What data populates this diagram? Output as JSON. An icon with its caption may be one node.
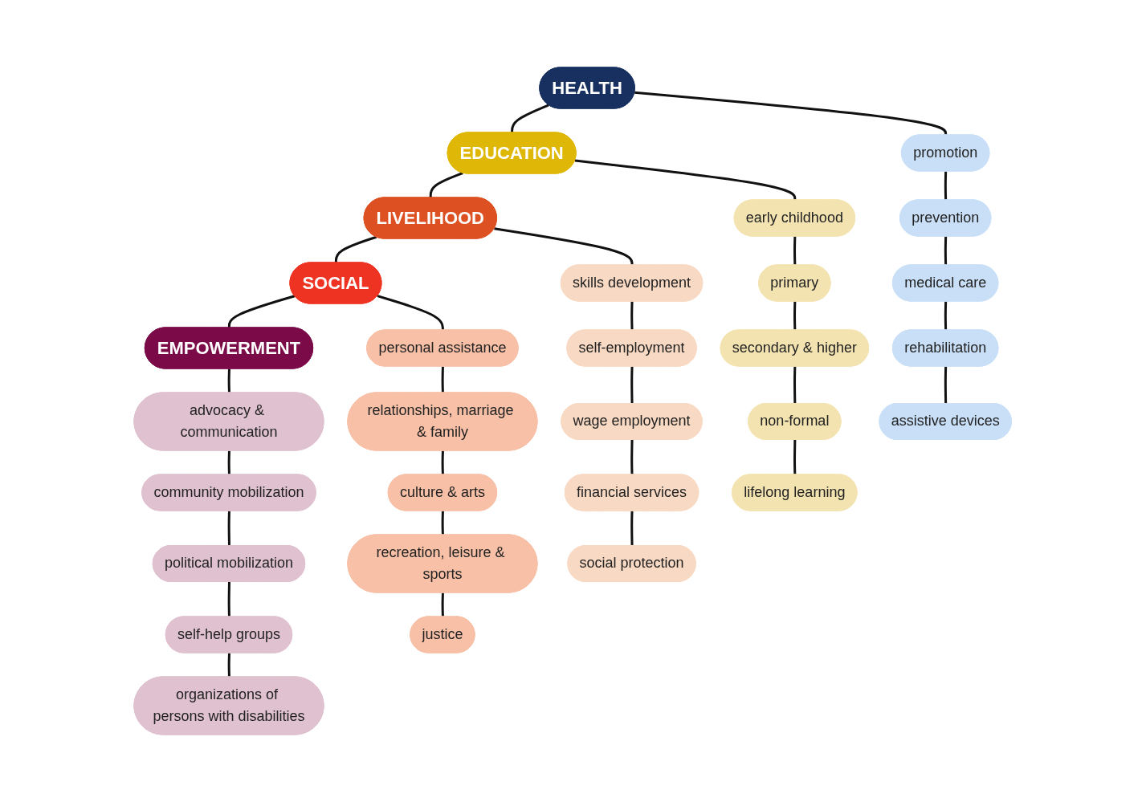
{
  "diagram": {
    "nodes": [
      {
        "text": [
          "HEALTH"
        ]
      },
      {
        "text": [
          "EDUCATION"
        ]
      },
      {
        "text": [
          "LIVELIHOOD"
        ]
      },
      {
        "text": [
          "SOCIAL"
        ]
      },
      {
        "text": [
          "EMPOWERMENT"
        ]
      },
      {
        "text": [
          "promotion"
        ]
      },
      {
        "text": [
          "early childhood"
        ]
      },
      {
        "text": [
          "skills development"
        ]
      },
      {
        "text": [
          "personal assistance"
        ]
      },
      {
        "text": [
          "advocacy & communication"
        ]
      },
      {
        "text": [
          "prevention"
        ]
      },
      {
        "text": [
          "primary"
        ]
      },
      {
        "text": [
          "self-employment"
        ]
      },
      {
        "text": [
          "relationships, marriage & family"
        ]
      },
      {
        "text": [
          "community mobilization"
        ]
      },
      {
        "text": [
          "medical care"
        ]
      },
      {
        "text": [
          "secondary & higher"
        ]
      },
      {
        "text": [
          "wage employment"
        ]
      },
      {
        "text": [
          "culture & arts"
        ]
      },
      {
        "text": [
          "political mobilization"
        ]
      },
      {
        "text": [
          "rehabilitation"
        ]
      },
      {
        "text": [
          "non-formal"
        ]
      },
      {
        "text": [
          "financial services"
        ]
      },
      {
        "text": [
          "recreation, leisure & sports"
        ]
      },
      {
        "text": [
          "self-help groups"
        ]
      },
      {
        "text": [
          "assistive devices"
        ]
      },
      {
        "text": [
          "lifelong learning"
        ]
      },
      {
        "text": [
          "social protection"
        ]
      },
      {
        "text": [
          "justice"
        ]
      },
      {
        "text": [
          "organizations of persons with disabilities"
        ]
      }
    ],
    "edges": [
      {
        "from": 0,
        "to": 1,
        "arrow": "none"
      },
      {
        "from": 1,
        "to": 2,
        "arrow": "none"
      },
      {
        "from": 2,
        "to": 3,
        "arrow": "none"
      },
      {
        "from": 3,
        "to": 4,
        "arrow": "none"
      },
      {
        "from": 0,
        "to": 5,
        "arrow": "none"
      },
      {
        "from": 5,
        "to": 10,
        "arrow": "none"
      },
      {
        "from": 10,
        "to": 15,
        "arrow": "none"
      },
      {
        "from": 15,
        "to": 20,
        "arrow": "none"
      },
      {
        "from": 20,
        "to": 25,
        "arrow": "none"
      },
      {
        "from": 1,
        "to": 6,
        "arrow": "none"
      },
      {
        "from": 6,
        "to": 11,
        "arrow": "none"
      },
      {
        "from": 11,
        "to": 16,
        "arrow": "none"
      },
      {
        "from": 16,
        "to": 21,
        "arrow": "none"
      },
      {
        "from": 21,
        "to": 26,
        "arrow": "none"
      },
      {
        "from": 2,
        "to": 7,
        "arrow": "none"
      },
      {
        "from": 7,
        "to": 12,
        "arrow": "none"
      },
      {
        "from": 12,
        "to": 17,
        "arrow": "none"
      },
      {
        "from": 17,
        "to": 22,
        "arrow": "none"
      },
      {
        "from": 22,
        "to": 27,
        "arrow": "none"
      },
      {
        "from": 3,
        "to": 8,
        "arrow": "none"
      },
      {
        "from": 8,
        "to": 13,
        "arrow": "none"
      },
      {
        "from": 13,
        "to": 18,
        "arrow": "none"
      },
      {
        "from": 18,
        "to": 23,
        "arrow": "none"
      },
      {
        "from": 23,
        "to": 28,
        "arrow": "none"
      },
      {
        "from": 4,
        "to": 9,
        "arrow": "none"
      },
      {
        "from": 9,
        "to": 14,
        "arrow": "none"
      },
      {
        "from": 14,
        "to": 19,
        "arrow": "none"
      },
      {
        "from": 19,
        "to": 24,
        "arrow": "none"
      },
      {
        "from": 24,
        "to": 29,
        "arrow": "none"
      }
    ]
  }
}
